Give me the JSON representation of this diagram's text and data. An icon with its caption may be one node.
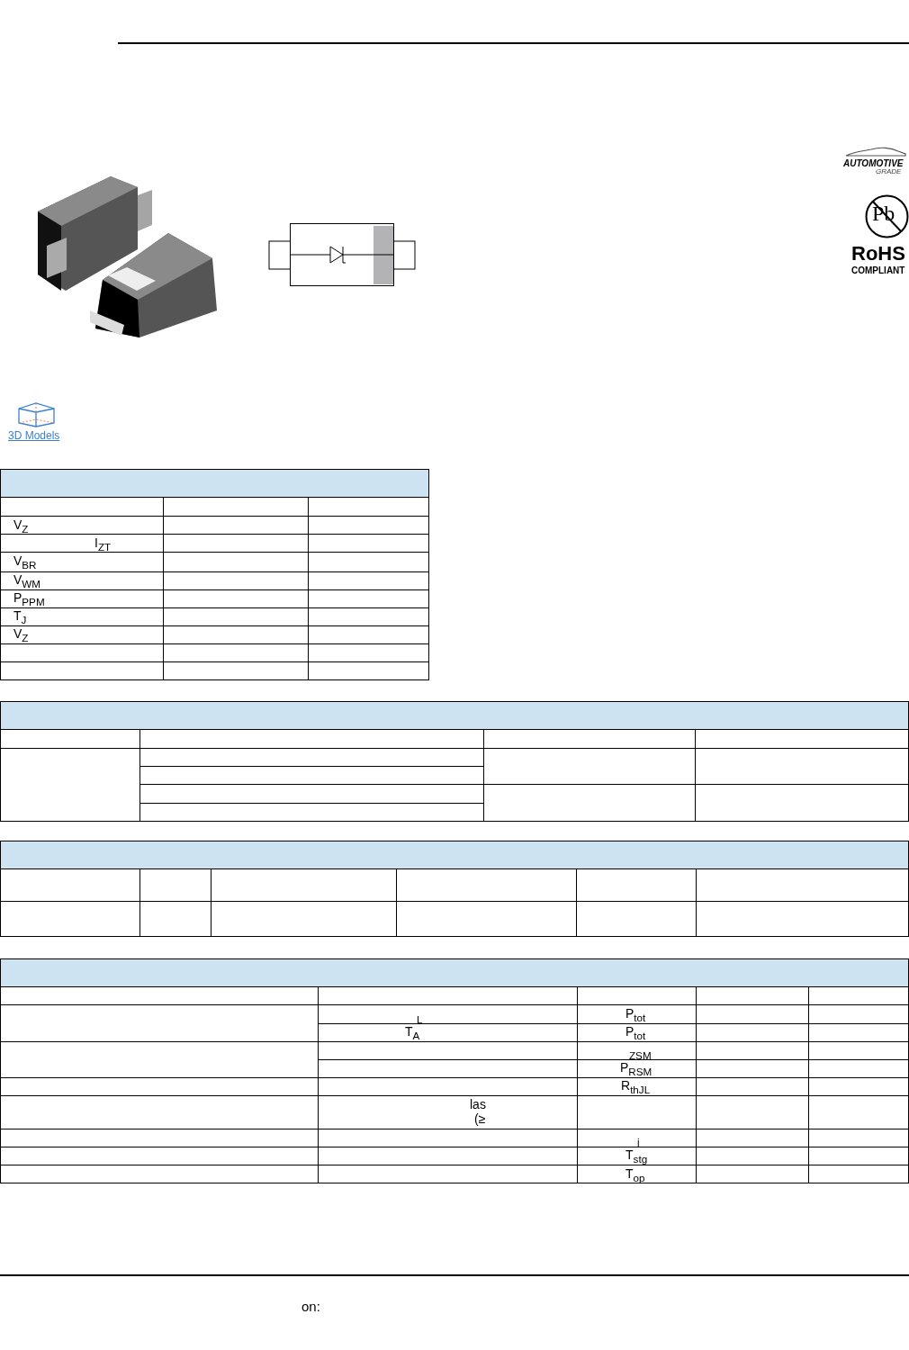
{
  "diagram": {
    "labels": [
      "AUTOMOTIVE",
      "GRADE",
      "Pb",
      "RoHS",
      "COMPLIANT",
      "3D Models",
      "V$_{Z}$",
      "I$_{ZT}$",
      "V$_{BR}$",
      "V$_{WM}$",
      "P$_{PPM}$",
      "T$_{J}$",
      "V$_{Z}$",
      "$_{L}$",
      "P$_{tot}$",
      "T$_{A}$",
      "P$_{tot}$",
      "$_{ZSM}$",
      "P$_{RSM}$",
      "R$_{thJL}$",
      "las",
      "(≥",
      "$_{j}$",
      "T$_{stg}$",
      "T$_{op}$",
      "on:"
    ]
  }
}
